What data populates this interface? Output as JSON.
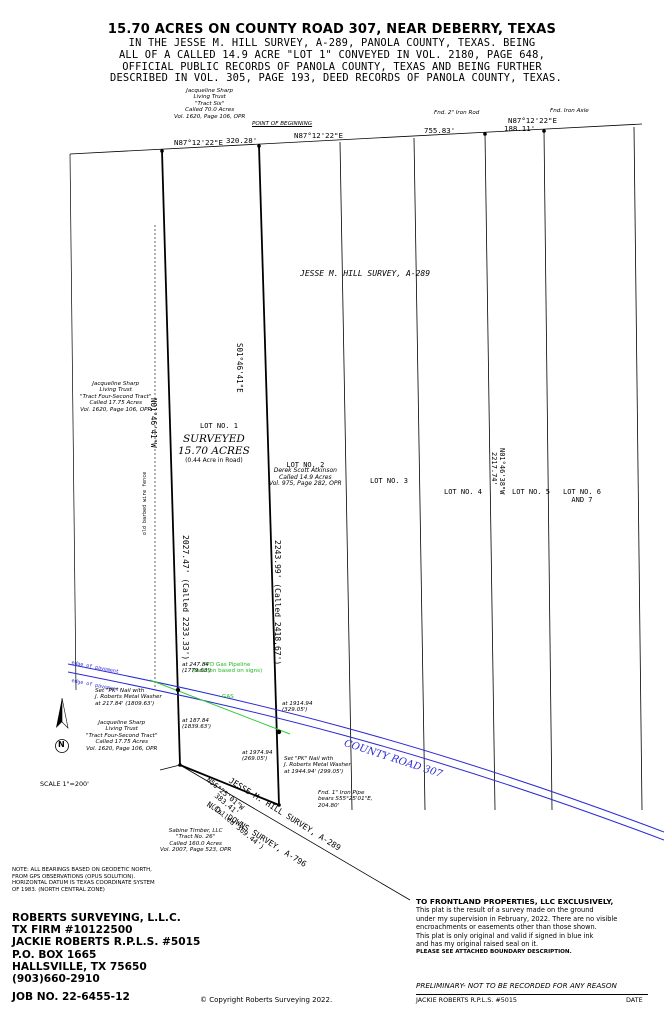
{
  "header": {
    "title": "15.70 ACRES ON COUNTY ROAD 307, NEAR DEBERRY, TEXAS",
    "subtitle_lines": [
      "IN THE JESSE M. HILL SURVEY, A-289, PANOLA COUNTY, TEXAS.  BEING",
      "ALL OF A CALLED 14.9 ACRE \"LOT 1\" CONVEYED IN VOL. 2180, PAGE 648,",
      "OFFICIAL PUBLIC RECORDS OF PANOLA COUNTY, TEXAS AND BEING FURTHER",
      "DESCRIBED IN VOL. 305, PAGE 193, DEED RECORDS OF PANOLA COUNTY, TEXAS."
    ]
  },
  "plat": {
    "top_labels": {
      "tract_six": [
        "Jacqueline Sharp",
        "Living Trust",
        "\"Tract Six\"",
        "Called 70.0 Acres",
        "Vol. 1620, Page 106, OPR"
      ],
      "point_of_beginning": "POINT OF BEGINNING",
      "brg_north_left": "N87°12'22\"E",
      "dist_north_left": "320.28'",
      "brg_north_mid": "N87°12'22\"E",
      "dist_755": "755.83'",
      "iron_rod": "Fnd. 2\" Iron Rod",
      "brg_north_right": "N87°12'22\"E",
      "dist_188": "188.11'",
      "iron_axle": "Fnd. Iron Axle"
    },
    "survey_name": "JESSE M. HILL SURVEY, A-289",
    "west_tract": [
      "Jacqueline Sharp",
      "Living Trust",
      "\"Tract Four-Second Tract\"",
      "Called 17.75 Acres",
      "Vol. 1620, Page 106, OPR"
    ],
    "wire_fence": "old barbed wire fence",
    "brg_west_line": "N01°46'41\"W",
    "brg_lot1_east": "S01°46'41\"E",
    "dist_west": "2027.47' (Called 2233.33')",
    "dist_east": "2243.99' (Called 2418.67')",
    "brg_lot6": "N01°46'38\"W",
    "dist_lot6": "2217.74'",
    "lot1": {
      "name": "LOT NO. 1",
      "surveyed": "SURVEYED",
      "acres": "15.70 ACRES",
      "road": "(0.44 Acre in Road)"
    },
    "lot2": [
      "LOT NO. 2",
      "Derek Scott Atkinson",
      "Called 14.9 Acres",
      "Vol. 975, Page 282, OPR"
    ],
    "lot3": "LOT NO. 3",
    "lot4": "LOT NO. 4",
    "lot5": "LOT NO. 5",
    "lot6": [
      "LOT NO. 6",
      "AND 7"
    ],
    "road_name": "COUNTY ROAD 307",
    "edge_pavement_top": "edge of pavement",
    "edge_pavement_bottom": "edge of pavement",
    "gas_pipeline": [
      "4\"D Gas Pipeline",
      "(location based on signs)"
    ],
    "gas_label": "GAS",
    "at_247": [
      "at 247.84",
      "(1779.63')"
    ],
    "set_pk_left": [
      "Set \"PK\" Nail with",
      "J. Roberts Metal Washer",
      "at 217.84' (1809.63')"
    ],
    "at_187": [
      "at 187.84",
      "(1839.63')"
    ],
    "west_tract_2": [
      "Jacqueline Sharp",
      "Living Trust",
      "\"Tract Four-Second Tract\"",
      "Called 17.75 Acres",
      "Vol. 1620, Page 106, OPR"
    ],
    "at_1914": [
      "at 1914.94",
      "(329.05')"
    ],
    "at_1974": [
      "at 1974.94",
      "(269.05')"
    ],
    "set_pk_right": [
      "Set \"PK\" Nail with",
      "J. Roberts Metal Washer",
      "at 1944.94' (299.05')"
    ],
    "iron_pipe": [
      "Fnd. 1\" Iron Pipe",
      "bears S55°25'01\"E,",
      "204.80'"
    ],
    "brg_south": "N56°25'01\"W",
    "dist_south": "383.41'",
    "called_south": "(Called 369.44')",
    "hill_survey_road": "JESSE M. HILL SURVEY, A-289",
    "downs_survey": "N.D. DOWNS SURVEY, A-796",
    "sabine": [
      "Sabine Timber, LLC",
      "\"Tract No. 26\"",
      "Called 160.0 Acres",
      "Vol. 2007, Page 523, OPR"
    ],
    "north_label": "N",
    "scale": "SCALE 1\"=200'"
  },
  "notes": [
    "NOTE: ALL BEARINGS BASED ON GEODETIC NORTH,",
    "FROM GPS OBSERVATIONS (OPUS SOLUTION).",
    "HORIZONTAL DATUM IS TEXAS COORDINATE SYSTEM",
    "OF 1983. (NORTH CENTRAL ZONE)"
  ],
  "company": {
    "lines": [
      "ROBERTS SURVEYING, L.L.C.",
      "TX FIRM #10122500",
      "JACKIE ROBERTS R.P.L.S. #5015",
      "P.O. BOX 1665",
      "HALLSVILLE, TX 75650",
      "(903)660-2910"
    ],
    "job": "JOB NO. 22-6455-12"
  },
  "copyright": "© Copyright Roberts Surveying 2022.",
  "certification": {
    "head": "TO FRONTLAND PROPERTIES, LLC EXCLUSIVELY,",
    "lines": [
      "This plat is the result of a survey made on the ground",
      "under my supervision in February, 2022.  There are no visible",
      "encroachments or easements other than those shown.",
      "This plat is only original and valid if signed in blue ink",
      "and has my original raised seal on it."
    ],
    "attached": "PLEASE SEE ATTACHED BOUNDARY DESCRIPTION.",
    "preliminary": "PRELIMINARY-  NOT TO BE RECORDED FOR ANY REASON",
    "signer": "JACKIE ROBERTS   R.P.L.S. #5015",
    "date": "DATE"
  },
  "colors": {
    "road": "#2a2ad4",
    "pipeline": "#33cc33",
    "line": "#000000"
  }
}
